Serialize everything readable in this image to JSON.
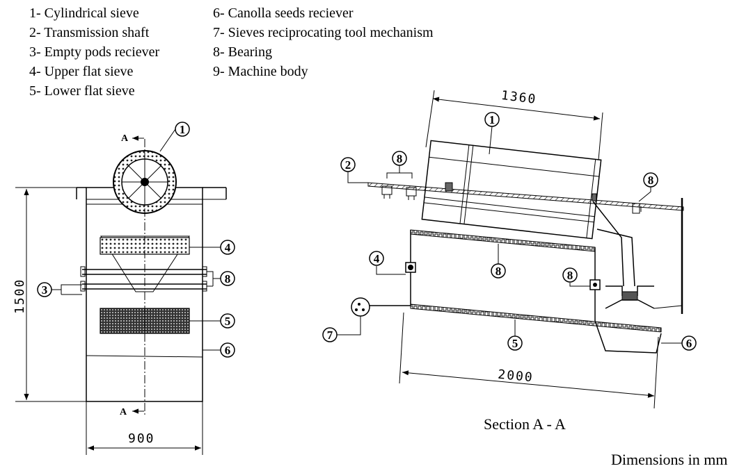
{
  "legend": {
    "items": [
      "1- Cylindrical sieve",
      "2- Transmission shaft",
      "3- Empty pods reciever",
      "4- Upper flat sieve",
      "5- Lower flat sieve",
      "6- Canolla seeds reciever",
      "7- Sieves reciprocating tool mechanism",
      "8- Bearing",
      "9- Machine body"
    ]
  },
  "front_view": {
    "section_marker": "A",
    "dim_height": "1500",
    "dim_width": "900",
    "callouts": [
      "1",
      "3",
      "4",
      "8",
      "5",
      "6"
    ]
  },
  "section_view": {
    "dim_top": "1360",
    "dim_bottom": "2000",
    "callouts": [
      "1",
      "2",
      "8",
      "8",
      "8",
      "4",
      "8",
      "7",
      "5",
      "6"
    ],
    "caption": "Section A - A"
  },
  "units_note": "Dimensions in mm"
}
